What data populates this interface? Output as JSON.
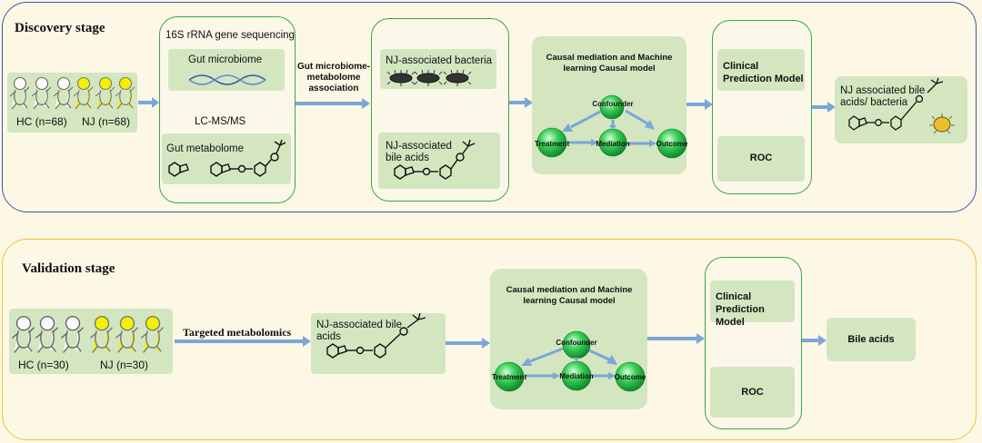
{
  "discovery": {
    "title": "Discovery stage",
    "hc_label": "HC (n=68)",
    "nj_label": "NJ (n=68)",
    "sequencing_label": "16S rRNA gene sequencing",
    "gut_microbiome": "Gut microbiome",
    "lcms_label": "LC-MS/MS",
    "gut_metabolome": "Gut metabolome",
    "association_label": "Gut microbiome-metabolome association",
    "nj_bacteria": "NJ-associated bacteria",
    "nj_bile_acids": "NJ-associated bile acids",
    "causal_title": "Causal mediation  and Machine learning Causal model",
    "confounder": "Confounder",
    "treatment": "Treatment",
    "mediation": "Mediation",
    "outcome": "Outcome",
    "clinical_model": "Clinical Prediction Model",
    "roc": "ROC",
    "result": "NJ associated bile acids/ bacteria"
  },
  "validation": {
    "title": "Validation stage",
    "hc_label": "HC (n=30)",
    "nj_label": "NJ (n=30)",
    "targeted_label": "Targeted metabolomics",
    "nj_bile_acids": "NJ-associated bile acids",
    "causal_title": "Causal mediation  and Machine learning Causal model",
    "confounder": "Confounder",
    "treatment": "Treatment",
    "mediation": "Mediation",
    "outcome": "Outcome",
    "clinical_model": "Clinical Prediction Model",
    "roc": "ROC",
    "result": "Bile acids"
  },
  "colors": {
    "discovery_border": "#3c57a8",
    "validation_border": "#f1c232",
    "green_border": "#3aa64a",
    "panel_fill": "#d3e6c0",
    "arrow": "#7aa6d8",
    "infant_yellow": "#f5f000"
  }
}
